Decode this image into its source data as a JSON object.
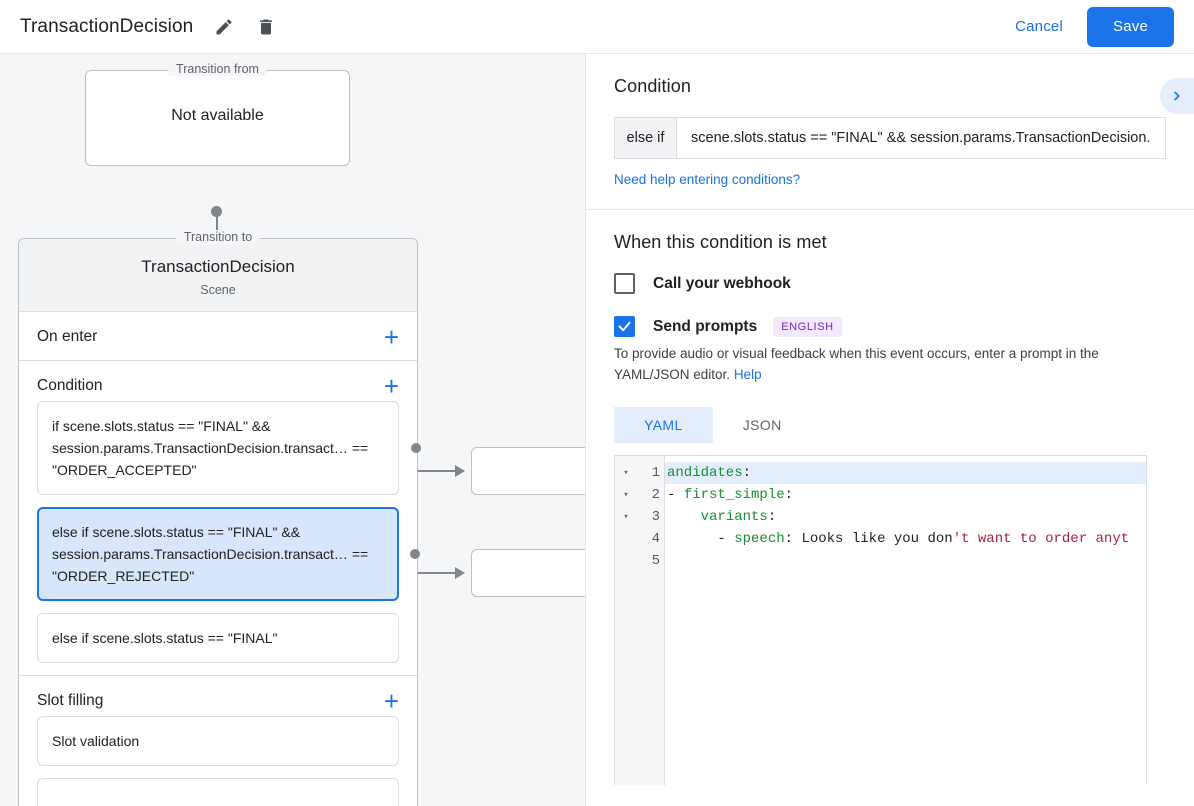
{
  "topbar": {
    "title": "TransactionDecision",
    "edit_icon": "pencil-icon",
    "delete_icon": "trash-icon",
    "cancel_label": "Cancel",
    "save_label": "Save",
    "accent_color": "#1a73e8"
  },
  "graph": {
    "transition_from_legend": "Transition from",
    "transition_from_value": "Not available",
    "transition_to_legend": "Transition to",
    "scene_title": "TransactionDecision",
    "scene_subtitle": "Scene",
    "sections": [
      {
        "title": "On enter",
        "add_label": "+",
        "items": []
      },
      {
        "title": "Condition",
        "add_label": "+",
        "items": [
          {
            "text": "if scene.slots.status == \"FINAL\" && session.params.TransactionDecision.transact… == \"ORDER_ACCEPTED\"",
            "selected": false
          },
          {
            "text": "else if scene.slots.status == \"FINAL\" && session.params.TransactionDecision.transact… == \"ORDER_REJECTED\"",
            "selected": true
          },
          {
            "text": "else if scene.slots.status == \"FINAL\"",
            "selected": false
          }
        ]
      },
      {
        "title": "Slot filling",
        "add_label": "+",
        "items": [
          {
            "text": "Slot validation",
            "selected": false
          }
        ]
      }
    ]
  },
  "panel": {
    "collapse_icon": "chevron-right-icon",
    "condition_heading": "Condition",
    "condition_prefix": "else if",
    "condition_value": "scene.slots.status == \"FINAL\" && session.params.TransactionDecision.",
    "help_link": "Need help entering conditions?",
    "met_heading": "When this condition is met",
    "webhook_label": "Call your webhook",
    "webhook_checked": false,
    "prompts_label": "Send prompts",
    "prompts_checked": true,
    "language_badge": "ENGLISH",
    "description": "To provide audio or visual feedback when this event occurs, enter a prompt in the YAML/JSON editor.",
    "description_link": "Help",
    "tabs": [
      {
        "label": "YAML",
        "active": true
      },
      {
        "label": "JSON",
        "active": false
      }
    ],
    "editor": {
      "line_numbers": [
        "1",
        "2",
        "3",
        "4",
        "5"
      ],
      "fold_markers": [
        "▾",
        "▾",
        "▾",
        "",
        ""
      ],
      "lines": [
        {
          "segments": [
            {
              "t": "andidates",
              "c": "k"
            },
            {
              "t": ":",
              "c": "p"
            }
          ],
          "highlighted": true
        },
        {
          "segments": [
            {
              "t": "- ",
              "c": "p"
            },
            {
              "t": "first_simple",
              "c": "k"
            },
            {
              "t": ":",
              "c": "p"
            }
          ],
          "highlighted": false
        },
        {
          "segments": [
            {
              "t": "    ",
              "c": "p"
            },
            {
              "t": "variants",
              "c": "k"
            },
            {
              "t": ":",
              "c": "p"
            }
          ],
          "highlighted": false
        },
        {
          "segments": [
            {
              "t": "      - ",
              "c": "p"
            },
            {
              "t": "speech",
              "c": "k"
            },
            {
              "t": ": ",
              "c": "p"
            },
            {
              "t": "Looks like you don",
              "c": "t"
            },
            {
              "t": "'t want to order anyt",
              "c": "s"
            }
          ],
          "highlighted": false
        },
        {
          "segments": [],
          "highlighted": false
        }
      ]
    }
  }
}
